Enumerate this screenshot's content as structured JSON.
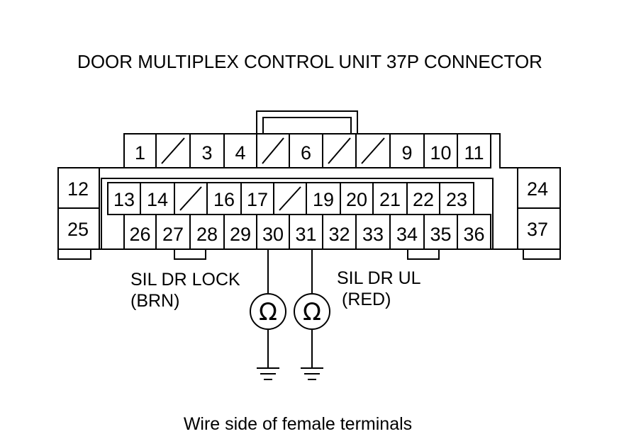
{
  "title": "DOOR MULTIPLEX CONTROL UNIT 37P CONNECTOR",
  "caption": "Wire side of female terminals",
  "top_row": [
    "1",
    "",
    "3",
    "4",
    "",
    "6",
    "",
    "",
    "9",
    "10",
    "11"
  ],
  "mid_row": [
    "13",
    "14",
    "",
    "16",
    "17",
    "",
    "19",
    "20",
    "21",
    "22",
    "23"
  ],
  "bottom_row": [
    "26",
    "27",
    "28",
    "29",
    "30",
    "31",
    "32",
    "33",
    "34",
    "35",
    "36"
  ],
  "left_pins": [
    "12",
    "25"
  ],
  "right_pins": [
    "24",
    "37"
  ],
  "probes": [
    {
      "pin": "30",
      "label": "SIL DR LOCK",
      "color": "(BRN)",
      "symbol": "Ω"
    },
    {
      "pin": "31",
      "label": "SIL DR UL",
      "color": "(RED)",
      "symbol": "Ω"
    }
  ]
}
